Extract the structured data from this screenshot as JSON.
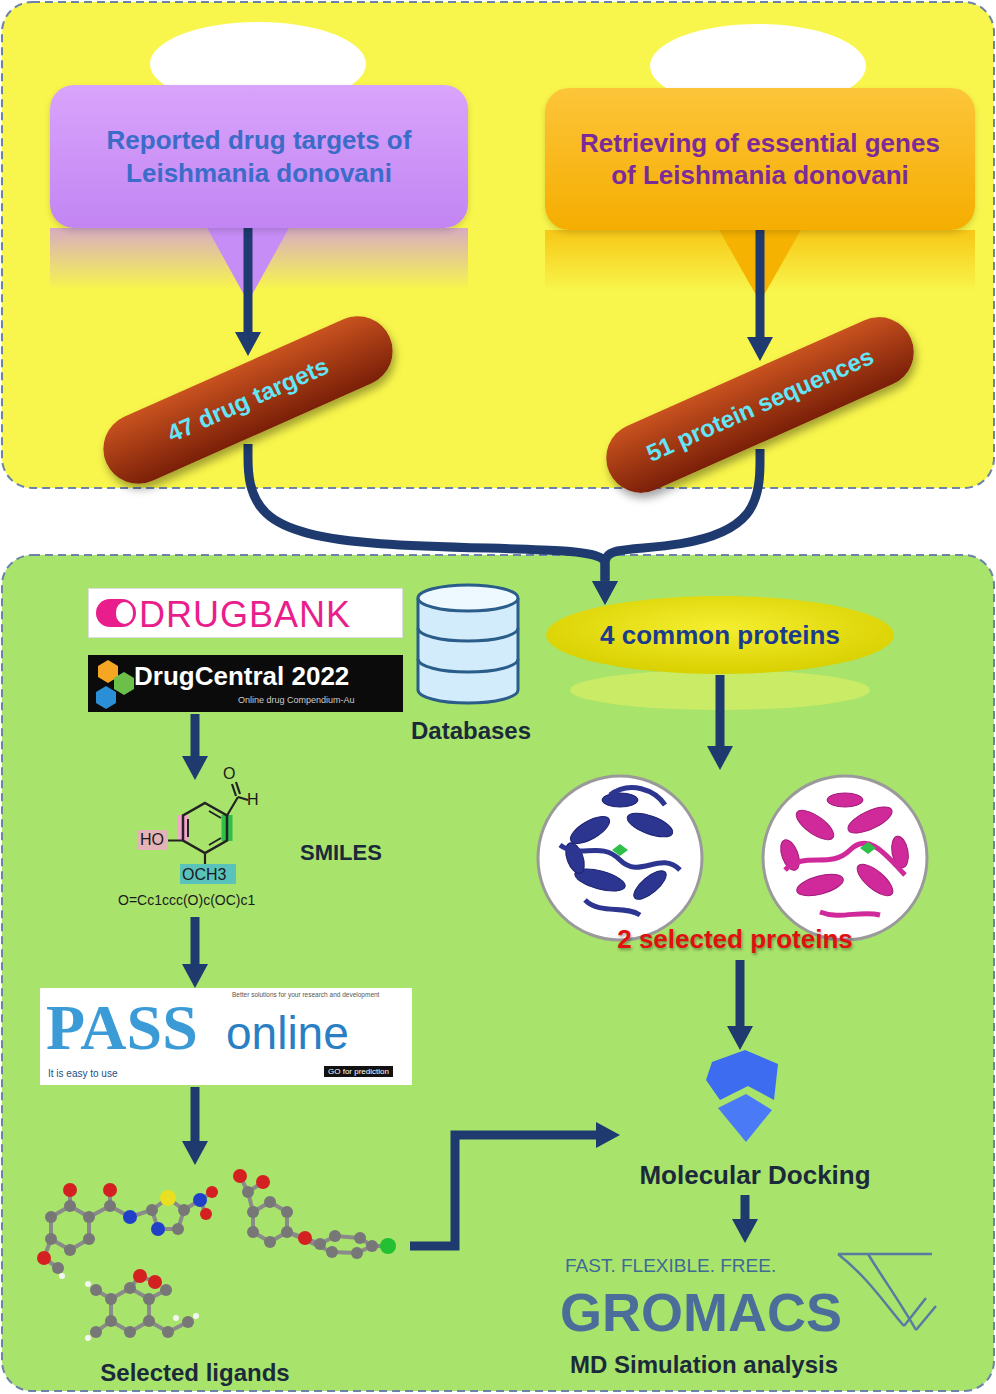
{
  "diagram": {
    "nodes": [
      {
        "text": [
          "Reported drug targets of Leishmania donovani"
        ]
      },
      {
        "text": [
          "Retrieving of essential genes of Leishmania donovani"
        ]
      },
      {
        "text": [
          "47 drug targets"
        ]
      },
      {
        "text": [
          "51 protein sequences"
        ]
      },
      {
        "text": [
          "4 common proteins"
        ]
      },
      {
        "text": [
          "DRUGBANK"
        ]
      },
      {
        "text": [
          "DrugCentral 2022",
          "Online drug Compendium-Au"
        ]
      },
      {
        "text": [
          "Databases"
        ]
      },
      {
        "text": [
          "SMILES",
          "O=Cc1ccc(O)c(OC)c1"
        ]
      },
      {
        "text": [
          "PASS",
          "online",
          "Better solutions for your research and development",
          "It is easy to use",
          "GO for prediction"
        ]
      },
      {
        "text": [
          "Selected ligands"
        ]
      },
      {
        "text": [
          "2 selected proteins"
        ]
      },
      {
        "text": [
          "Molecular Docking"
        ]
      },
      {
        "text": [
          "FAST. FLEXIBLE. FREE.",
          "GROMACS",
          "MD Simulation analysis"
        ]
      }
    ],
    "edges": [
      {
        "from": 0,
        "to": 2,
        "arrow": "to"
      },
      {
        "from": 1,
        "to": 3,
        "arrow": "to"
      },
      {
        "from": 2,
        "to": 4,
        "arrow": "to"
      },
      {
        "from": 3,
        "to": 4,
        "arrow": "to"
      },
      {
        "from": 6,
        "to": 8,
        "arrow": "to"
      },
      {
        "from": 8,
        "to": 9,
        "arrow": "to"
      },
      {
        "from": 9,
        "to": 10,
        "arrow": "to"
      },
      {
        "from": 10,
        "to": 12,
        "arrow": "to"
      },
      {
        "from": 4,
        "to": 11,
        "arrow": "to"
      },
      {
        "from": 11,
        "to": 12,
        "arrow": "to"
      },
      {
        "from": 12,
        "to": 13,
        "arrow": "to"
      }
    ],
    "labels": [
      "O",
      "H",
      "HO",
      "OCH3"
    ]
  }
}
